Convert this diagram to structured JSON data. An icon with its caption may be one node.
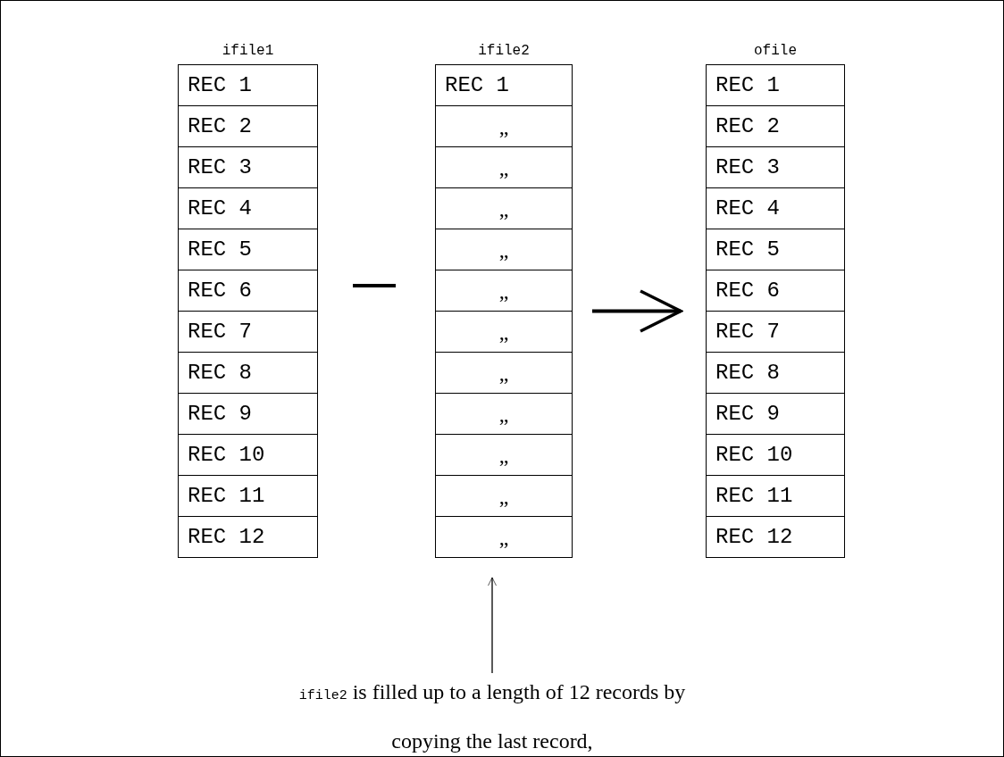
{
  "diagram": {
    "nodes": [
      {
        "text": [
          "ifile1"
        ]
      },
      {
        "text": [
          "REC 1"
        ],
        "in": 0
      },
      {
        "text": [
          "REC 2"
        ],
        "in": 0
      },
      {
        "text": [
          "REC 3"
        ],
        "in": 0
      },
      {
        "text": [
          "REC 4"
        ],
        "in": 0
      },
      {
        "text": [
          "REC 5"
        ],
        "in": 0
      },
      {
        "text": [
          "REC 6"
        ],
        "in": 0
      },
      {
        "text": [
          "REC 7"
        ],
        "in": 0
      },
      {
        "text": [
          "REC 8"
        ],
        "in": 0
      },
      {
        "text": [
          "REC 9"
        ],
        "in": 0
      },
      {
        "text": [
          "REC 10"
        ],
        "in": 0
      },
      {
        "text": [
          "REC 11"
        ],
        "in": 0
      },
      {
        "text": [
          "REC 12"
        ],
        "in": 0
      },
      {
        "text": [
          "ifile2"
        ]
      },
      {
        "text": [
          "REC 1"
        ],
        "in": 13
      },
      {
        "text": [
          "„"
        ],
        "in": 13
      },
      {
        "text": [
          "„"
        ],
        "in": 13
      },
      {
        "text": [
          "„"
        ],
        "in": 13
      },
      {
        "text": [
          "„"
        ],
        "in": 13
      },
      {
        "text": [
          "„"
        ],
        "in": 13
      },
      {
        "text": [
          "„"
        ],
        "in": 13
      },
      {
        "text": [
          "„"
        ],
        "in": 13
      },
      {
        "text": [
          "„"
        ],
        "in": 13
      },
      {
        "text": [
          "„"
        ],
        "in": 13
      },
      {
        "text": [
          "„"
        ],
        "in": 13
      },
      {
        "text": [
          "„"
        ],
        "in": 13
      },
      {
        "text": [
          "ofile"
        ]
      },
      {
        "text": [
          "REC 1"
        ],
        "in": 26
      },
      {
        "text": [
          "REC 2"
        ],
        "in": 26
      },
      {
        "text": [
          "REC 3"
        ],
        "in": 26
      },
      {
        "text": [
          "REC 4"
        ],
        "in": 26
      },
      {
        "text": [
          "REC 5"
        ],
        "in": 26
      },
      {
        "text": [
          "REC 6"
        ],
        "in": 26
      },
      {
        "text": [
          "REC 7"
        ],
        "in": 26
      },
      {
        "text": [
          "REC 8"
        ],
        "in": 26
      },
      {
        "text": [
          "REC 9"
        ],
        "in": 26
      },
      {
        "text": [
          "REC 10"
        ],
        "in": 26
      },
      {
        "text": [
          "REC 11"
        ],
        "in": 26
      },
      {
        "text": [
          "REC 12"
        ],
        "in": 26
      },
      {
        "text": [
          "ifile2",
          "is filled up to a length of 12 records by copying the last record,"
        ]
      }
    ],
    "edges": [
      {
        "from": 13,
        "to": 26,
        "arrow": "to",
        "style": "thick"
      },
      {
        "from": 39,
        "to": 13,
        "arrow": "to"
      }
    ]
  }
}
